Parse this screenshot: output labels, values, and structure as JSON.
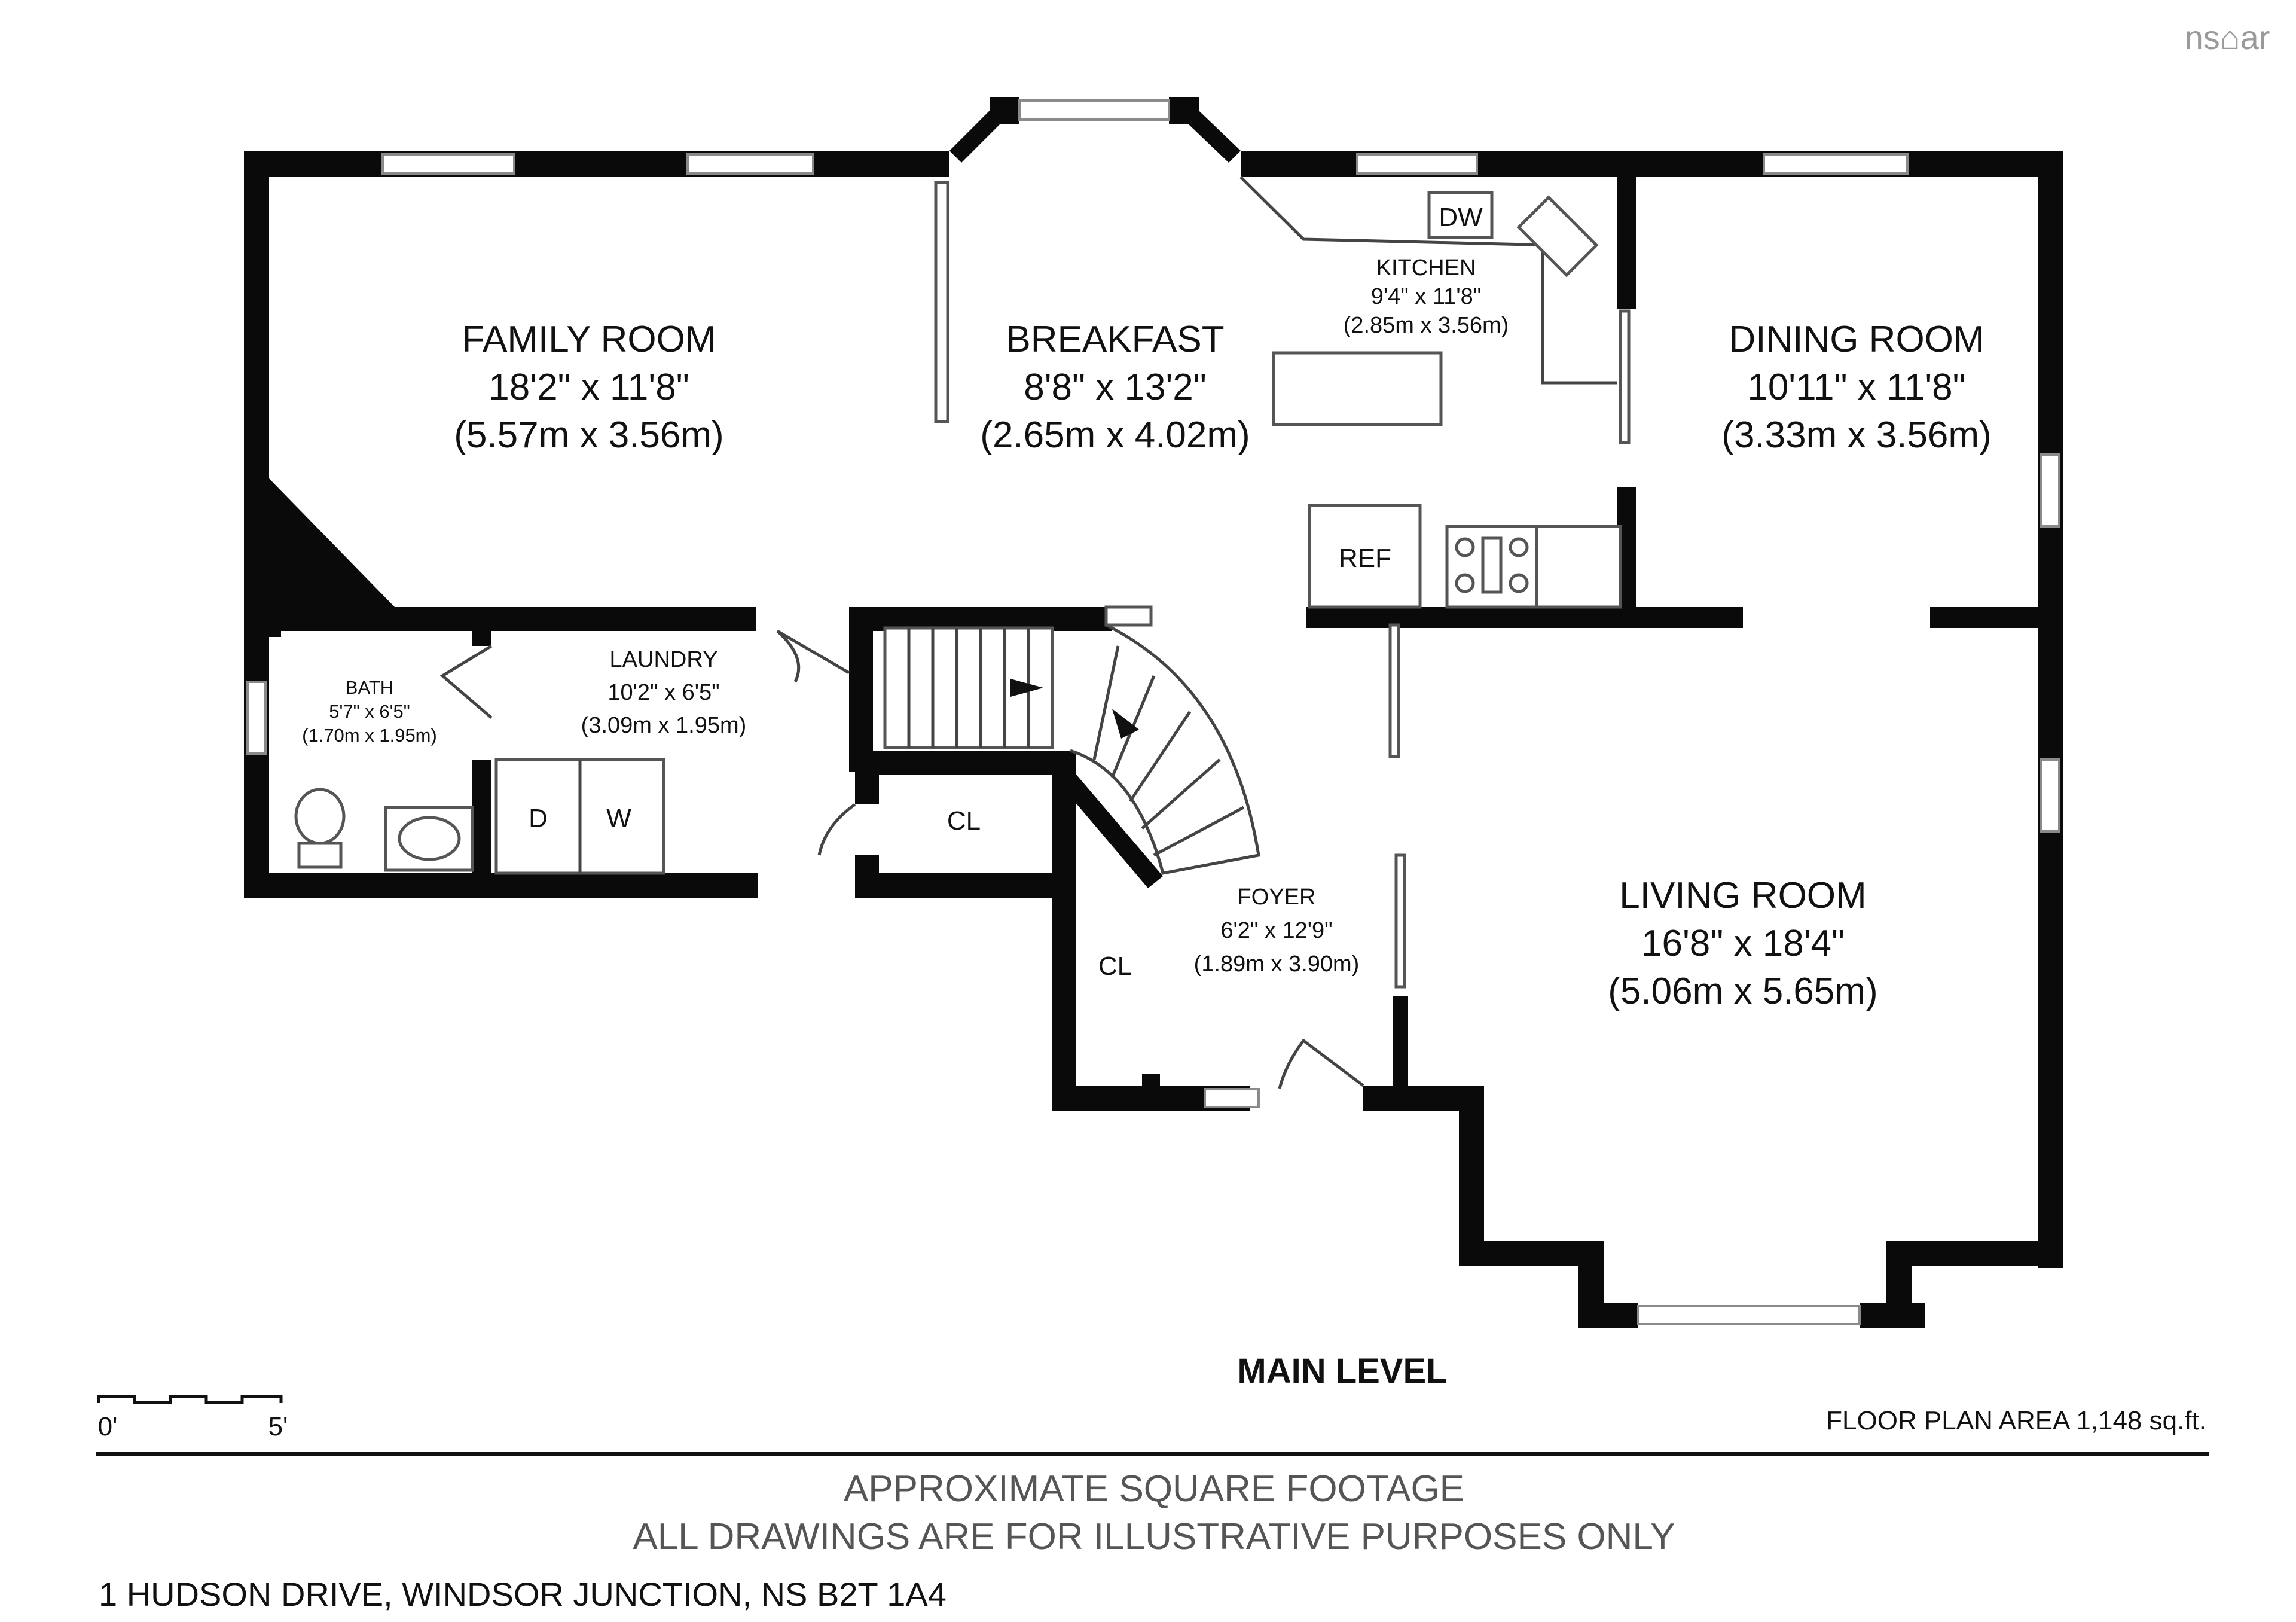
{
  "logo": "ns⌂ar",
  "rooms": {
    "family": {
      "name": "FAMILY ROOM",
      "dim_imp": "18'2\" x 11'8\"",
      "dim_met": "(5.57m x 3.56m)"
    },
    "breakfast": {
      "name": "BREAKFAST",
      "dim_imp": "8'8\" x 13'2\"",
      "dim_met": "(2.65m x 4.02m)"
    },
    "kitchen": {
      "name": "KITCHEN",
      "dim_imp": "9'4\" x 11'8\"",
      "dim_met": "(2.85m x 3.56m)"
    },
    "dining": {
      "name": "DINING ROOM",
      "dim_imp": "10'11\" x 11'8\"",
      "dim_met": "(3.33m x 3.56m)"
    },
    "laundry": {
      "name": "LAUNDRY",
      "dim_imp": "10'2\" x 6'5\"",
      "dim_met": "(3.09m x 1.95m)"
    },
    "bath": {
      "name": "BATH",
      "dim_imp": "5'7\" x 6'5\"",
      "dim_met": "(1.70m x 1.95m)"
    },
    "foyer": {
      "name": "FOYER",
      "dim_imp": "6'2\" x 12'9\"",
      "dim_met": "(1.89m x 3.90m)"
    },
    "living": {
      "name": "LIVING ROOM",
      "dim_imp": "16'8\" x 18'4\"",
      "dim_met": "(5.06m x 5.65m)"
    }
  },
  "fixtures": {
    "dw": "DW",
    "ref": "REF",
    "dryer": "D",
    "washer": "W",
    "closet1": "CL",
    "closet2": "CL"
  },
  "level_title": "MAIN LEVEL",
  "scale": {
    "start": "0'",
    "end": "5'"
  },
  "floor_area": "FLOOR PLAN AREA 1,148 sq.ft.",
  "disclaimer": {
    "line1": "APPROXIMATE SQUARE FOOTAGE",
    "line2": "ALL DRAWINGS ARE FOR ILLUSTRATIVE PURPOSES ONLY"
  },
  "address": "1 HUDSON DRIVE, WINDSOR JUNCTION, NS B2T 1A4"
}
